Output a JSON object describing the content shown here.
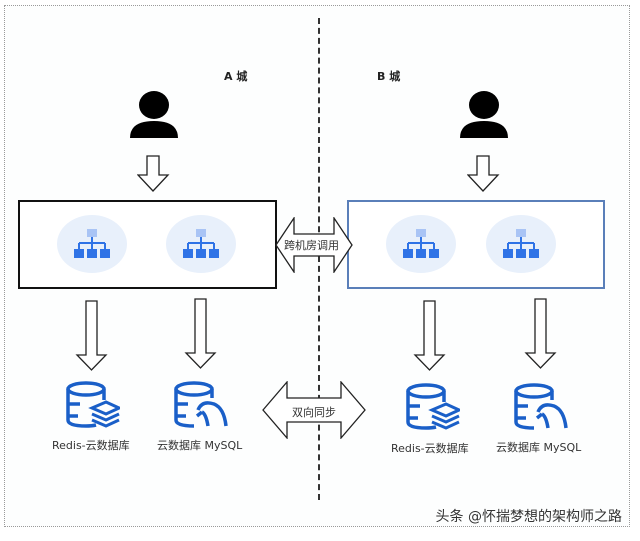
{
  "title": "同城双活 跨城架构示意",
  "cities": {
    "a": "A 城",
    "b": "B 城"
  },
  "connectors": {
    "cross_datacenter_call": "跨机房调用",
    "bidirectional_sync": "双向同步"
  },
  "city_a": {
    "databases": [
      {
        "label": "Redis-云数据库",
        "icon": "redis-database-icon"
      },
      {
        "label": "云数据库 MySQL",
        "icon": "mysql-database-icon"
      }
    ]
  },
  "city_b": {
    "databases": [
      {
        "label": "Redis-云数据库",
        "icon": "redis-database-icon"
      },
      {
        "label": "云数据库 MySQL",
        "icon": "mysql-database-icon"
      }
    ]
  },
  "watermark": "头条 @怀揣梦想的架构师之路",
  "colors": {
    "accent_blue": "#1a5fc8",
    "node_light": "#a9c4f5",
    "node_dark": "#2f73e6",
    "node_bg": "#e8f0fb",
    "region_b_border": "#5a7fb9"
  }
}
